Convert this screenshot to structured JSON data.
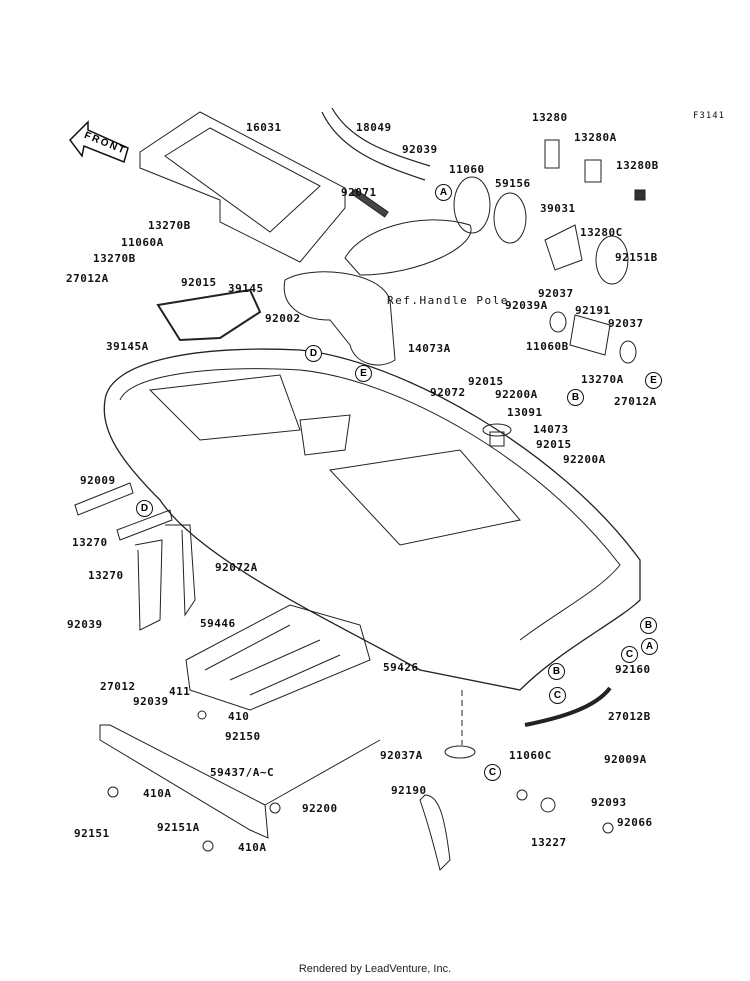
{
  "diagram_code": "F3141",
  "front_arrow_text": "FRONT",
  "reference_note": "Ref.Handle Pole",
  "footer": "Rendered by LeadVenture, Inc.",
  "part_labels": [
    "16031",
    "18049",
    "92039",
    "11060",
    "13280",
    "13280A",
    "13280B",
    "59156",
    "39031",
    "13280C",
    "92151B",
    "92071",
    "13270B",
    "11060A",
    "13270B",
    "27012A",
    "92015",
    "39145",
    "92039A",
    "92037",
    "92191",
    "92037",
    "92002",
    "39145A",
    "14073A",
    "11060B",
    "92015",
    "92072",
    "92200A",
    "13270A",
    "27012A",
    "13091",
    "14073",
    "92015",
    "92200A",
    "92009",
    "13270",
    "13270",
    "92072A",
    "92039",
    "59446",
    "27012",
    "92039",
    "411",
    "410",
    "92150",
    "59426",
    "92160",
    "27012B",
    "59437/A~C",
    "410A",
    "92200",
    "92151",
    "92151A",
    "410A",
    "92037A",
    "92190",
    "11060C",
    "92009A",
    "92093",
    "13227",
    "92066"
  ],
  "callouts": [
    "A",
    "D",
    "E",
    "B",
    "E",
    "D",
    "B",
    "A",
    "C",
    "B",
    "C",
    "C"
  ]
}
